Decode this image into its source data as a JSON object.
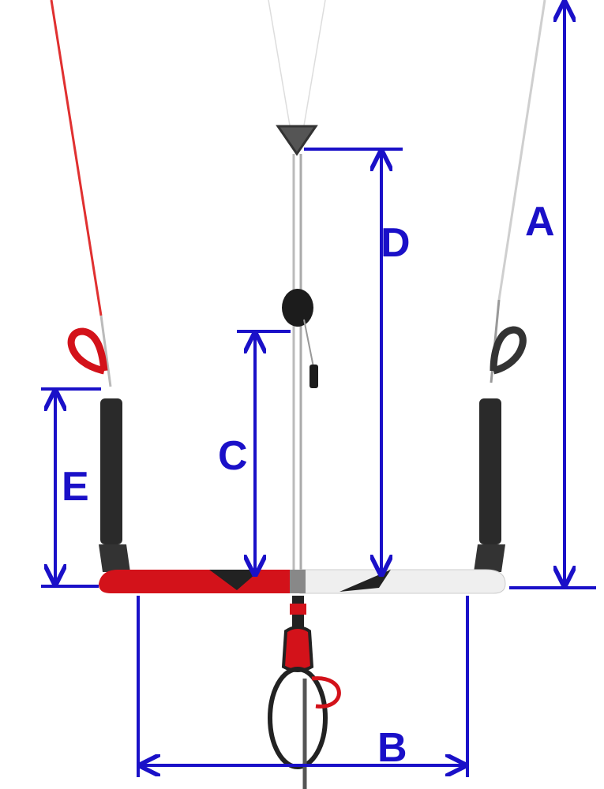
{
  "colors": {
    "dimension": "#1a10c8",
    "bar_left": "#d3121a",
    "bar_right": "#efefef",
    "grip": "#2a2a2a",
    "left_line": "#e03030",
    "right_line": "#c8c8c8"
  },
  "labels": {
    "a": "A",
    "b": "B",
    "c": "C",
    "d": "D",
    "e": "E"
  }
}
